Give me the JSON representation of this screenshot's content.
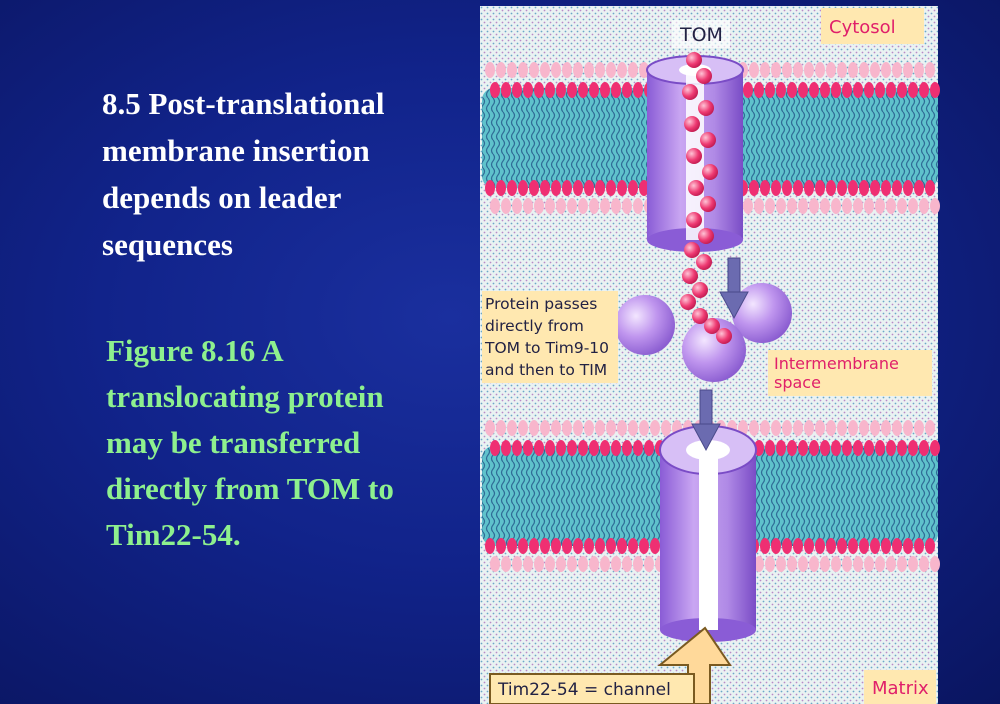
{
  "slide": {
    "title": "8.5 Post-translational membrane insertion depends on leader sequences",
    "caption": "Figure 8.16 A translocating protein may be transferred directly from TOM to Tim22-54."
  },
  "figure": {
    "labels": {
      "tom": "TOM",
      "cytosol": "Cytosol",
      "pass_line1": "Protein passes",
      "pass_line2": "directly from",
      "pass_line3": "TOM to Tim9-10",
      "pass_line4": "and then to TIM",
      "ims_line1": "Intermembrane",
      "ims_line2": "space",
      "channel": "Tim22-54 = channel",
      "matrix": "Matrix"
    },
    "colors": {
      "label_box": "#ffe8b0",
      "label_text_pink": "#e0206a",
      "lipid_head_pink": "#ef2f72",
      "lipid_head_light": "#f8b6cc",
      "membrane_core": "#5fc2cc",
      "channel_purple": "#b28ce8",
      "protein_chain": "#e8306e"
    }
  }
}
